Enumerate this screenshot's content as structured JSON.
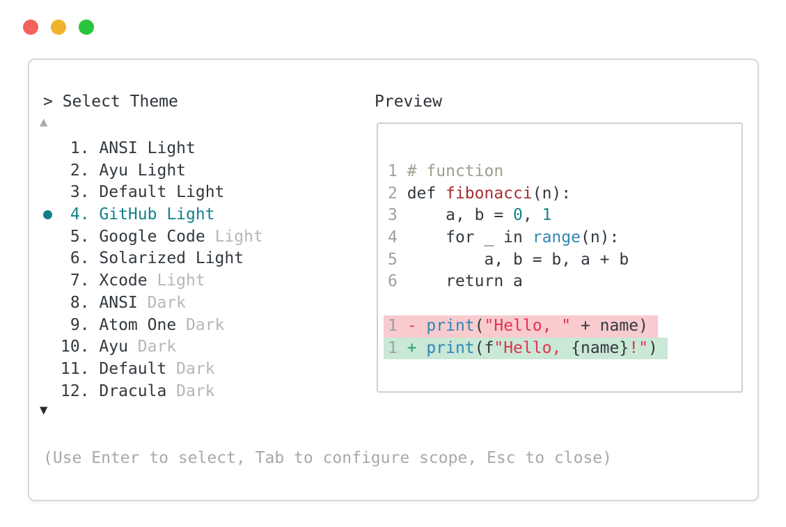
{
  "window_controls": {
    "close": "close",
    "minimize": "minimize",
    "zoom": "zoom"
  },
  "prompt": {
    "label": "> Select Theme"
  },
  "preview": {
    "heading": "Preview"
  },
  "help": {
    "text": "(Use Enter to select, Tab to configure scope, Esc to close)"
  },
  "theme_list": {
    "up_arrow": "▲",
    "down_arrow": "▼",
    "selected_index": 3,
    "items": [
      {
        "num": "1.",
        "name": "ANSI Light",
        "muted": ""
      },
      {
        "num": "2.",
        "name": "Ayu Light",
        "muted": ""
      },
      {
        "num": "3.",
        "name": "Default Light",
        "muted": ""
      },
      {
        "num": "4.",
        "name": "GitHub Light",
        "muted": "",
        "selected": true
      },
      {
        "num": "5.",
        "name": "Google Code",
        "muted": "Light"
      },
      {
        "num": "6.",
        "name": "Solarized Light",
        "muted": ""
      },
      {
        "num": "7.",
        "name": "Xcode",
        "muted": "Light"
      },
      {
        "num": "8.",
        "name": "ANSI",
        "muted": "Dark"
      },
      {
        "num": "9.",
        "name": "Atom One",
        "muted": "Dark"
      },
      {
        "num": "10.",
        "name": "Ayu",
        "muted": "Dark"
      },
      {
        "num": "11.",
        "name": "Default",
        "muted": "Dark"
      },
      {
        "num": "12.",
        "name": "Dracula",
        "muted": "Dark"
      }
    ]
  },
  "code_preview": {
    "lines": [
      {
        "ln": "1",
        "bg": "",
        "segments": [
          {
            "t": "# function",
            "c": "cm"
          }
        ]
      },
      {
        "ln": "2",
        "bg": "",
        "segments": [
          {
            "t": "def ",
            "c": "d"
          },
          {
            "t": "fibonacci",
            "c": "fn"
          },
          {
            "t": "(n):",
            "c": "d"
          }
        ]
      },
      {
        "ln": "3",
        "bg": "",
        "segments": [
          {
            "t": "    a, b = ",
            "c": "d"
          },
          {
            "t": "0",
            "c": "num"
          },
          {
            "t": ", ",
            "c": "d"
          },
          {
            "t": "1",
            "c": "num"
          }
        ]
      },
      {
        "ln": "4",
        "bg": "",
        "segments": [
          {
            "t": "    for _ in ",
            "c": "d"
          },
          {
            "t": "range",
            "c": "bi"
          },
          {
            "t": "(n):",
            "c": "d"
          }
        ]
      },
      {
        "ln": "5",
        "bg": "",
        "segments": [
          {
            "t": "        a, b = b, a + b",
            "c": "d"
          }
        ]
      },
      {
        "ln": "6",
        "bg": "",
        "segments": [
          {
            "t": "    return a",
            "c": "d"
          }
        ]
      },
      {
        "blank": true
      },
      {
        "ln": "1",
        "bg": "del",
        "segments": [
          {
            "t": "- ",
            "c": "minus"
          },
          {
            "t": "print",
            "c": "bi"
          },
          {
            "t": "(",
            "c": "d"
          },
          {
            "t": "\"Hello, \"",
            "c": "str"
          },
          {
            "t": " + name)",
            "c": "d"
          }
        ]
      },
      {
        "ln": "1",
        "bg": "add",
        "segments": [
          {
            "t": "+ ",
            "c": "plus"
          },
          {
            "t": "print",
            "c": "bi"
          },
          {
            "t": "(f",
            "c": "d"
          },
          {
            "t": "\"Hello, ",
            "c": "str"
          },
          {
            "t": "{name}",
            "c": "d"
          },
          {
            "t": "!\"",
            "c": "str"
          },
          {
            "t": ")",
            "c": "d"
          }
        ]
      }
    ]
  },
  "colors": {
    "accent_teal": "#12808a",
    "text_dark": "#31383e",
    "muted_gray": "#b4b7ba",
    "help_gray": "#a6a9ab",
    "lineno_gray": "#9ca1a5",
    "comment_sage": "#9aa18c",
    "function_red": "#a52f31",
    "builtin_blue": "#2f86b8",
    "number_teal": "#17828b",
    "string_crimson": "#e23250",
    "diff_minus_red": "#d43e54",
    "diff_plus_green": "#25a078",
    "del_bg_pink": "#f8cbce",
    "add_bg_green": "#c9e8d5",
    "window_border": "#d8d8d8",
    "preview_border": "#d0d0d0",
    "tl_red": "#f4625d",
    "tl_yellow": "#f2b32c",
    "tl_green": "#2bc43d"
  }
}
